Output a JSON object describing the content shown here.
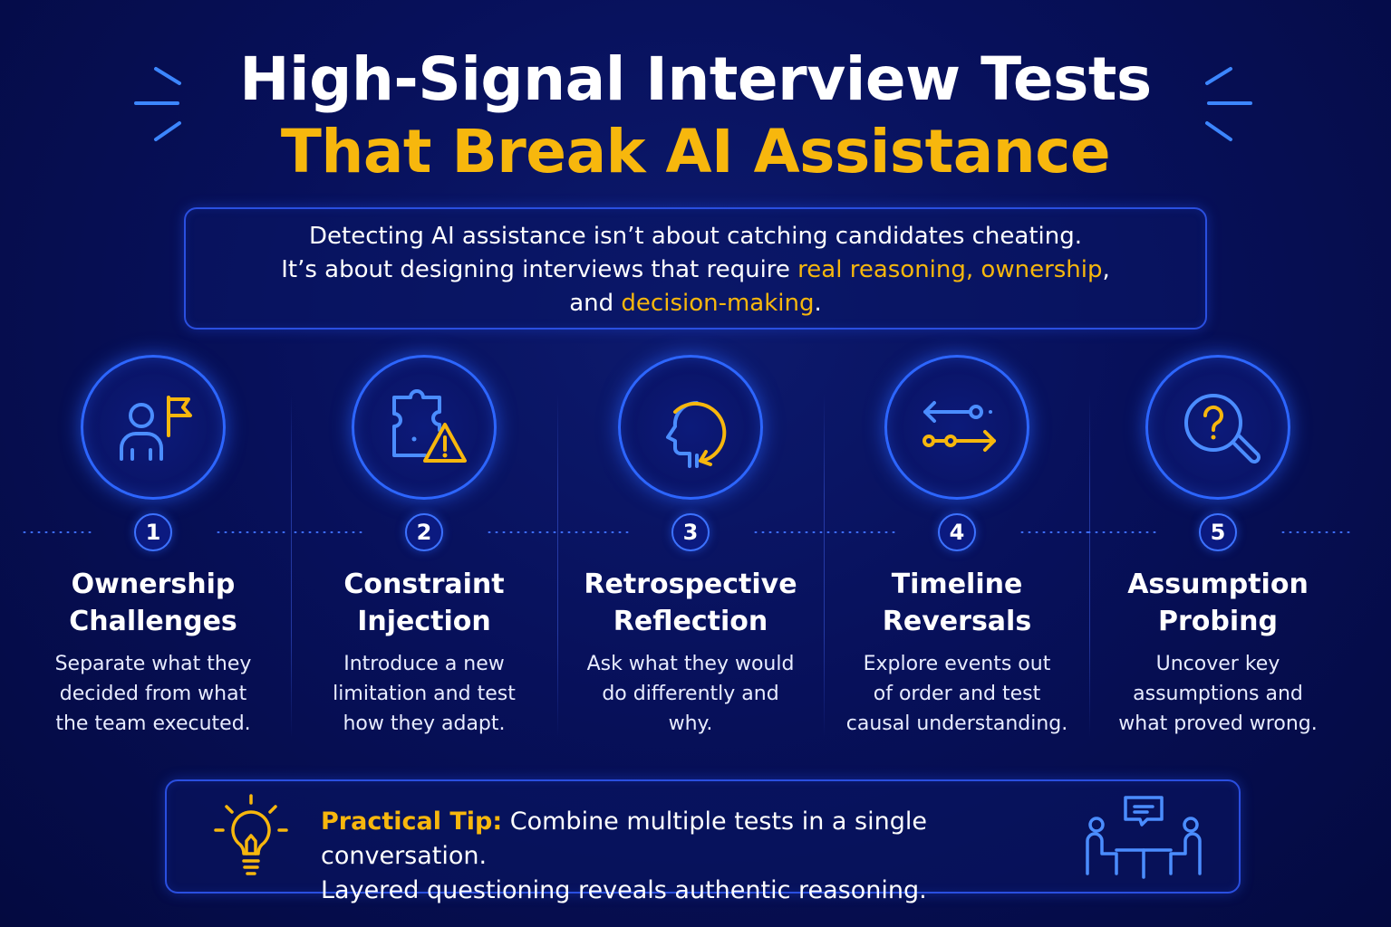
{
  "title": {
    "line1": "High-Signal Interview Tests",
    "line2": "That Break AI Assistance"
  },
  "intro": {
    "line1": "Detecting AI assistance isn’t about catching candidates cheating.",
    "line2_prefix": "It’s about designing interviews that require ",
    "line2_highlight": "real reasoning, ownership",
    "line2_suffix": ",",
    "line3_prefix": "and ",
    "line3_highlight": "decision-making",
    "line3_suffix": "."
  },
  "tests": [
    {
      "number": "1",
      "title_line1": "Ownership",
      "title_line2": "Challenges",
      "desc_line1": "Separate what they",
      "desc_line2": "decided from what",
      "desc_line3": "the team executed.",
      "icon": "person-flag-icon"
    },
    {
      "number": "2",
      "title_line1": "Constraint",
      "title_line2": "Injection",
      "desc_line1": "Introduce a new",
      "desc_line2": "limitation and test",
      "desc_line3": "how they adapt.",
      "icon": "puzzle-warning-icon"
    },
    {
      "number": "3",
      "title_line1": "Retrospective",
      "title_line2": "Reflection",
      "desc_line1": "Ask what they would",
      "desc_line2": "do differently and",
      "desc_line3": "why.",
      "icon": "head-cycle-icon"
    },
    {
      "number": "4",
      "title_line1": "Timeline",
      "title_line2": "Reversals",
      "desc_line1": "Explore events out",
      "desc_line2": "of order and test",
      "desc_line3": "causal understanding.",
      "icon": "timeline-arrows-icon"
    },
    {
      "number": "5",
      "title_line1": "Assumption",
      "title_line2": "Probing",
      "desc_line1": "Uncover key",
      "desc_line2": "assumptions and",
      "desc_line3": "what proved wrong.",
      "icon": "magnifier-question-icon"
    }
  ],
  "tip": {
    "label": "Practical Tip:",
    "line1": " Combine multiple tests in a single conversation.",
    "line2": "Layered questioning reveals authentic reasoning.",
    "left_icon": "lightbulb-icon",
    "right_icon": "conversation-icon"
  },
  "colors": {
    "accent_yellow": "#f7b70d",
    "accent_blue": "#2d66ff",
    "background": "#07105a"
  }
}
